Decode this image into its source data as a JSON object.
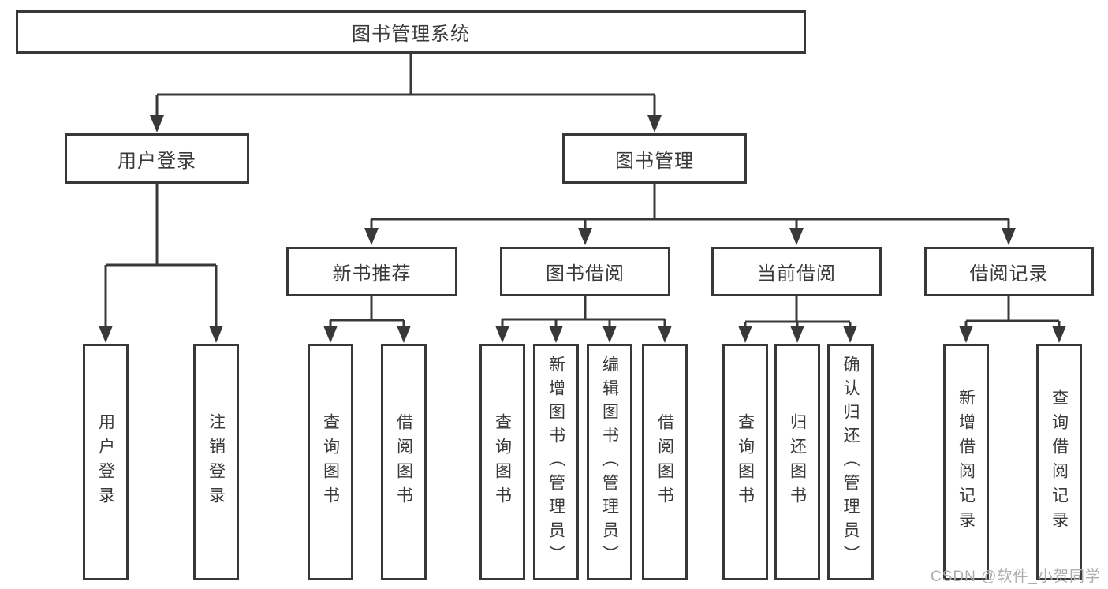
{
  "diagram": {
    "type": "function-structure-tree",
    "watermark": "CSDN @软件_小贺同学",
    "colors": {
      "line": "#383838",
      "text": "#3a3a3a",
      "background": "#ffffff",
      "watermark": "#aeaeae"
    },
    "tree": {
      "label": "图书管理系统",
      "children": [
        {
          "label": "用户登录",
          "children": [
            {
              "label": "用户登录"
            },
            {
              "label": "注销登录"
            }
          ]
        },
        {
          "label": "图书管理",
          "children": [
            {
              "label": "新书推荐",
              "children": [
                {
                  "label": "查询图书"
                },
                {
                  "label": "借阅图书"
                }
              ]
            },
            {
              "label": "图书借阅",
              "children": [
                {
                  "label": "查询图书"
                },
                {
                  "label": "新增图书（管理员）"
                },
                {
                  "label": "编辑图书（管理员）"
                },
                {
                  "label": "借阅图书"
                }
              ]
            },
            {
              "label": "当前借阅",
              "children": [
                {
                  "label": "查询图书"
                },
                {
                  "label": "归还图书"
                },
                {
                  "label": "确认归还（管理员）"
                }
              ]
            },
            {
              "label": "借阅记录",
              "children": [
                {
                  "label": "新增借阅记录"
                },
                {
                  "label": "查询借阅记录"
                }
              ]
            }
          ]
        }
      ]
    }
  }
}
